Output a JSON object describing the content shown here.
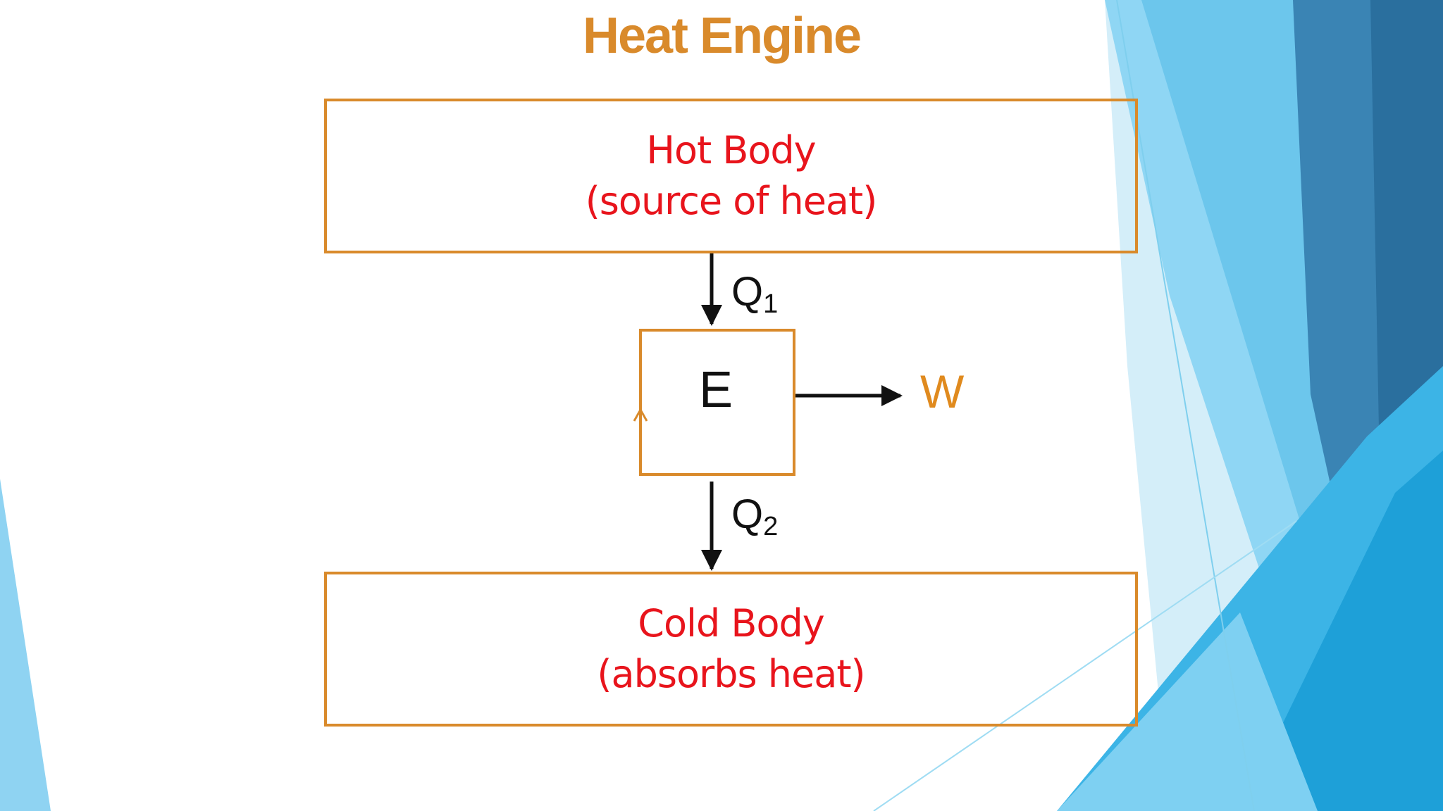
{
  "slide": {
    "title": "Heat Engine"
  },
  "diagram": {
    "hot_body": {
      "line1": "Hot Body",
      "line2": "(source of heat)"
    },
    "engine": {
      "label": "E"
    },
    "cold_body": {
      "line1": "Cold Body",
      "line2": "(absorbs heat)"
    },
    "heat_in": {
      "symbol": "Q",
      "subscript": "1"
    },
    "heat_out": {
      "symbol": "Q",
      "subscript": "2"
    },
    "work": {
      "label": "W"
    }
  },
  "colors": {
    "title": "#d98a2b",
    "box_border": "#d98a2b",
    "body_text": "#e8141c",
    "work_label": "#e08a1e",
    "arrow": "#111111",
    "accent_light_blue": "#7fd0f0",
    "accent_blue": "#29aee3",
    "accent_dark_blue": "#2a6f9e"
  }
}
